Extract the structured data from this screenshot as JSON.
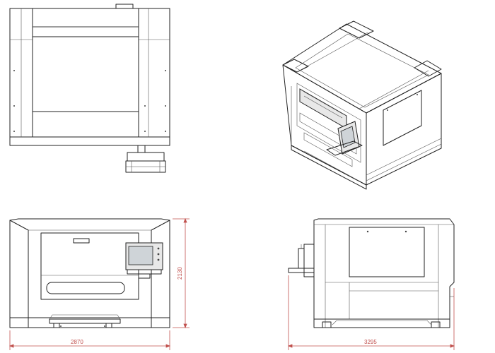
{
  "dimensions": {
    "front_width": "2870",
    "front_height": "2130",
    "side_depth": "3295"
  }
}
